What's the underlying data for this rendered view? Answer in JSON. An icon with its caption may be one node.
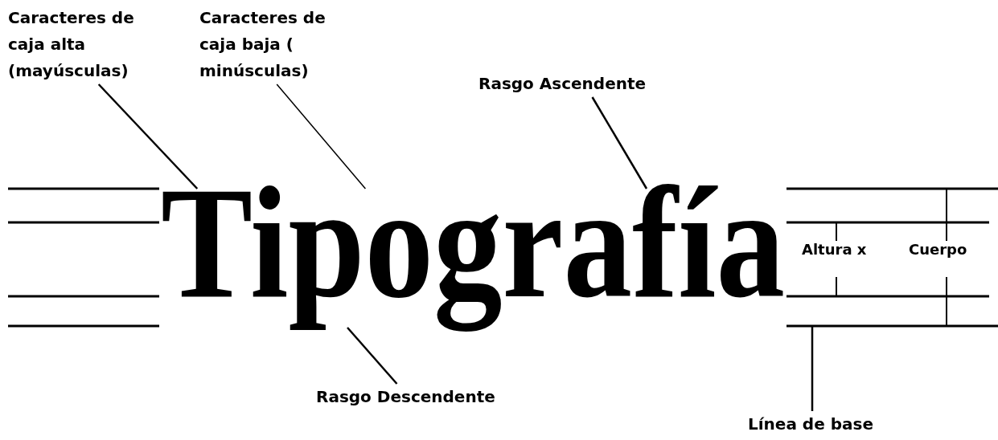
{
  "diagram": {
    "nodes": [
      {
        "text": [
          "Caracteres de caja alta (mayúsculas)"
        ]
      },
      {
        "text": [
          "Caracteres de caja baja ( minúsculas)"
        ]
      },
      {
        "text": [
          "Rasgo Ascendente"
        ]
      },
      {
        "text": [
          "Tipografía"
        ]
      },
      {
        "text": [
          "Rasgo Descendente"
        ]
      },
      {
        "text": [
          "Línea de base"
        ]
      }
    ],
    "edges": [
      {
        "from": 0,
        "to": 3,
        "arrow": "none"
      },
      {
        "from": 1,
        "to": 3,
        "arrow": "none"
      },
      {
        "from": 2,
        "to": 3,
        "arrow": "none"
      },
      {
        "from": 4,
        "to": 3,
        "arrow": "none"
      },
      {
        "from": 5,
        "to": null,
        "arrow": "none"
      }
    ],
    "labels": [
      "Altura x",
      "Cuerpo"
    ]
  }
}
